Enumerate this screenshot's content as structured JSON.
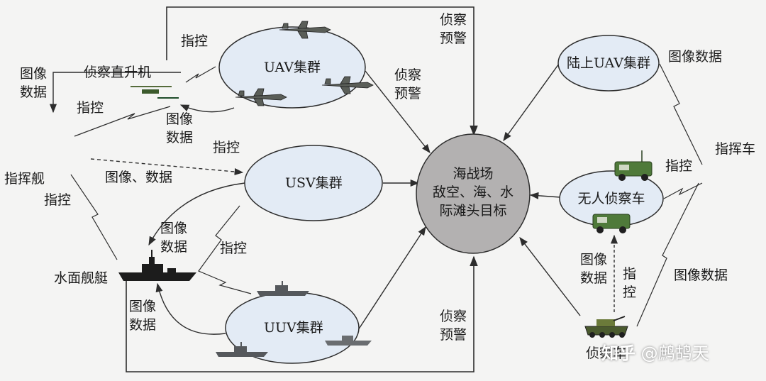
{
  "colors": {
    "ellipse_fill": "#e3ebf5",
    "center_fill": "#b3b1b1",
    "line": "#2d2d2d"
  },
  "nodes": {
    "uav": "UAV集群",
    "usv": "USV集群",
    "uuv": "UUV集群",
    "land_uav": "陆上UAV集群",
    "unmanned_vehicle": "无人侦察车",
    "center": [
      "海战场",
      "敌空、海、水",
      "际滩头目标"
    ]
  },
  "platforms": {
    "helicopter": "侦察直升机",
    "command_ship": "指挥舰",
    "surface_vessel": "水面舰艇",
    "command_vehicle": "指挥车",
    "recon_vehicle": "侦察车"
  },
  "edge_labels": {
    "recon_warning_top_1": "侦察",
    "recon_warning_top_2": "预警",
    "recon_warning_uav_1": "侦察",
    "recon_warning_uav_2": "预警",
    "recon_warning_bottom_1": "侦察",
    "recon_warning_bottom_2": "预警",
    "command_heli_to_uav": "指控",
    "image_data_top_left_1": "图像",
    "image_data_top_left_2": "数据",
    "command_ship_to_heli": "指控",
    "image_data_uav_1": "图像",
    "image_data_uav_2": "数据",
    "command_to_usv": "指控",
    "image_data_usv": "图像、数据",
    "command_ship_vessel": "指控",
    "image_data_usv_vessel_1": "图像",
    "image_data_usv_vessel_2": "数据",
    "command_usv_uuv": "指控",
    "image_data_uuv_1": "图像",
    "image_data_uuv_2": "数据",
    "image_data_land_uav": "图像数据",
    "command_vehicle_cmd": "指控",
    "image_data_recon_vehicle": "图像数据",
    "image_data_vertical_1": "图像",
    "image_data_vertical_2": "数据",
    "command_vertical_1": "指",
    "command_vertical_2": "控"
  },
  "icons": [
    "fighter-jet-icon",
    "helicopter-icon",
    "warship-icon",
    "military-truck-icon",
    "armored-vehicle-icon"
  ],
  "watermark": {
    "logo": "知乎",
    "author": "@鹧鸪天"
  }
}
